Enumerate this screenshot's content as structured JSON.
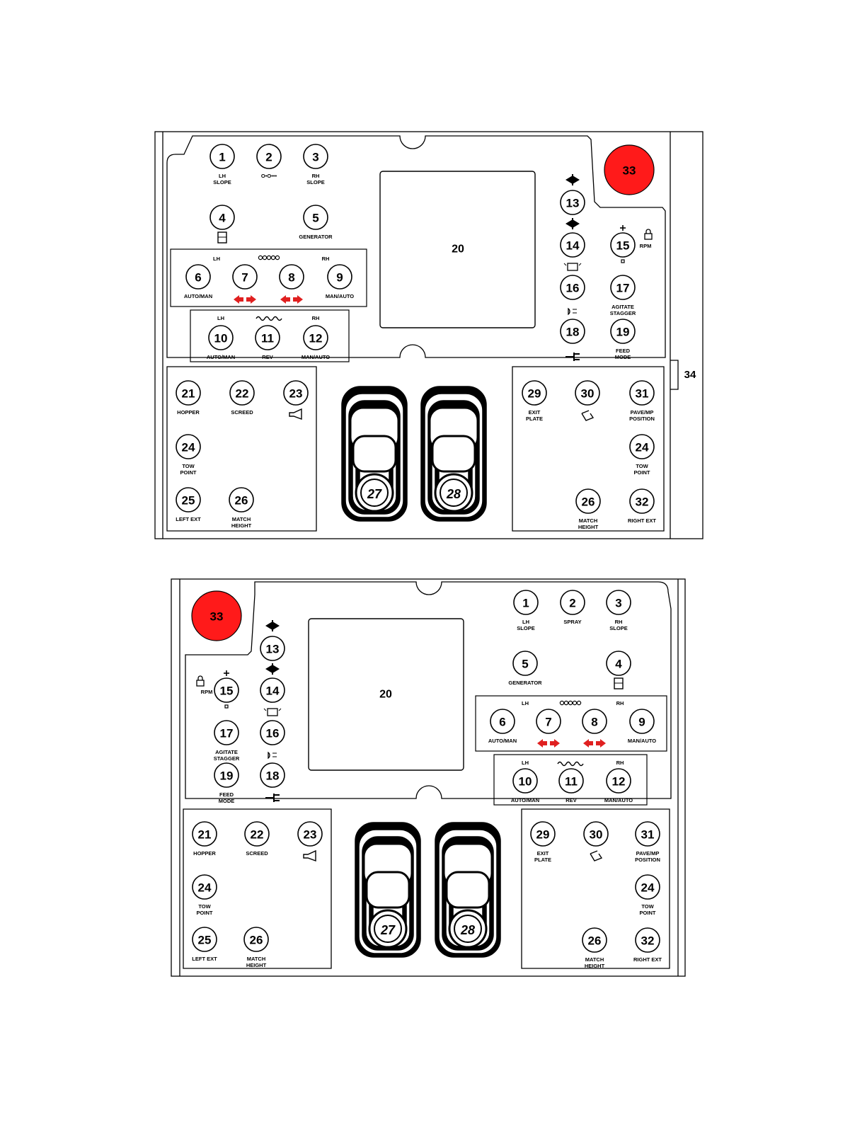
{
  "colors": {
    "stop_button": "#ff1a1a",
    "arrow_red": "#e02020",
    "line": "#000000"
  },
  "callout_34": "34",
  "panel_a": {
    "buttons": [
      {
        "n": "1",
        "label": [
          "LH",
          "SLOPE"
        ]
      },
      {
        "n": "2",
        "label": [
          "O•O•••"
        ]
      },
      {
        "n": "3",
        "label": [
          "RH",
          "SLOPE"
        ]
      },
      {
        "n": "4",
        "label": []
      },
      {
        "n": "5",
        "label": [
          "GENERATOR"
        ]
      },
      {
        "n": "6",
        "label": [
          "AUTO/MAN"
        ]
      },
      {
        "n": "7",
        "label": []
      },
      {
        "n": "8",
        "label": []
      },
      {
        "n": "9",
        "label": [
          "MAN/AUTO"
        ]
      },
      {
        "n": "10",
        "label": [
          "AUTO/MAN"
        ]
      },
      {
        "n": "11",
        "label": [
          "REV"
        ]
      },
      {
        "n": "12",
        "label": [
          "MAN/AUTO"
        ]
      },
      {
        "n": "13",
        "label": []
      },
      {
        "n": "14",
        "label": []
      },
      {
        "n": "15",
        "label": []
      },
      {
        "n": "16",
        "label": []
      },
      {
        "n": "17",
        "label": [
          "AGITATE",
          "STAGGER"
        ]
      },
      {
        "n": "18",
        "label": []
      },
      {
        "n": "19",
        "label": [
          "FEED",
          "MODE"
        ]
      },
      {
        "n": "21",
        "label": [
          "HOPPER"
        ]
      },
      {
        "n": "22",
        "label": [
          "SCREED"
        ]
      },
      {
        "n": "23",
        "label": []
      },
      {
        "n": "24",
        "label": [
          "TOW",
          "POINT"
        ]
      },
      {
        "n": "25",
        "label": [
          "LEFT EXT"
        ]
      },
      {
        "n": "26",
        "label": [
          "MATCH",
          "HEIGHT"
        ]
      },
      {
        "n": "29",
        "label": [
          "EXIT",
          "PLATE"
        ]
      },
      {
        "n": "30",
        "label": []
      },
      {
        "n": "31",
        "label": [
          "PAVE/MP",
          "POSITION"
        ]
      },
      {
        "n": "24",
        "label": [
          "TOW",
          "POINT"
        ]
      },
      {
        "n": "26",
        "label": [
          "MATCH",
          "HEIGHT"
        ]
      },
      {
        "n": "32",
        "label": [
          "RIGHT EXT"
        ]
      }
    ],
    "group_lh": "LH",
    "group_rh": "RH",
    "display_label": "20",
    "stop_label": "33",
    "rpm_label": "RPM",
    "joysticks": [
      "27",
      "28"
    ]
  },
  "panel_b": {
    "buttons": [
      {
        "n": "1",
        "label": [
          "LH",
          "SLOPE"
        ]
      },
      {
        "n": "2",
        "label": [
          "SPRAY"
        ]
      },
      {
        "n": "3",
        "label": [
          "RH",
          "SLOPE"
        ]
      },
      {
        "n": "5",
        "label": [
          "GENERATOR"
        ]
      },
      {
        "n": "4",
        "label": []
      },
      {
        "n": "6",
        "label": [
          "AUTO/MAN"
        ]
      },
      {
        "n": "7",
        "label": []
      },
      {
        "n": "8",
        "label": []
      },
      {
        "n": "9",
        "label": [
          "MAN/AUTO"
        ]
      },
      {
        "n": "10",
        "label": [
          "AUTO/MAN"
        ]
      },
      {
        "n": "11",
        "label": [
          "REV"
        ]
      },
      {
        "n": "12",
        "label": [
          "MAN/AUTO"
        ]
      },
      {
        "n": "13",
        "label": []
      },
      {
        "n": "14",
        "label": []
      },
      {
        "n": "15",
        "label": []
      },
      {
        "n": "16",
        "label": []
      },
      {
        "n": "17",
        "label": [
          "AGITATE",
          "STAGGER"
        ]
      },
      {
        "n": "18",
        "label": []
      },
      {
        "n": "19",
        "label": [
          "FEED",
          "MODE"
        ]
      },
      {
        "n": "21",
        "label": [
          "HOPPER"
        ]
      },
      {
        "n": "22",
        "label": [
          "SCREED"
        ]
      },
      {
        "n": "23",
        "label": []
      },
      {
        "n": "24",
        "label": [
          "TOW",
          "POINT"
        ]
      },
      {
        "n": "25",
        "label": [
          "LEFT EXT"
        ]
      },
      {
        "n": "26",
        "label": [
          "MATCH",
          "HEIGHT"
        ]
      },
      {
        "n": "29",
        "label": [
          "EXIT",
          "PLATE"
        ]
      },
      {
        "n": "30",
        "label": []
      },
      {
        "n": "31",
        "label": [
          "PAVE/MP",
          "POSITION"
        ]
      },
      {
        "n": "24",
        "label": [
          "TOW",
          "POINT"
        ]
      },
      {
        "n": "26",
        "label": [
          "MATCH",
          "HEIGHT"
        ]
      },
      {
        "n": "32",
        "label": [
          "RIGHT EXT"
        ]
      }
    ],
    "group_lh": "LH",
    "group_rh": "RH",
    "display_label": "20",
    "stop_label": "33",
    "rpm_label": "RPM",
    "joysticks": [
      "27",
      "28"
    ]
  }
}
